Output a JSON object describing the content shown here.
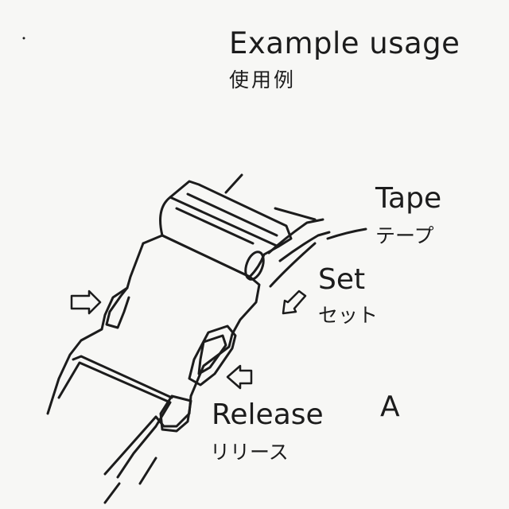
{
  "title": "Example usage",
  "subtitle": "使用例",
  "labels": {
    "tape": {
      "en": "Tape",
      "jp": "テープ"
    },
    "set": {
      "en": "Set",
      "jp": "セット"
    },
    "release": {
      "en": "Release",
      "jp": "リリース"
    }
  },
  "figure_letter": "A",
  "colors": {
    "ink": "#1c1c1c",
    "paper": "#f7f7f5"
  }
}
